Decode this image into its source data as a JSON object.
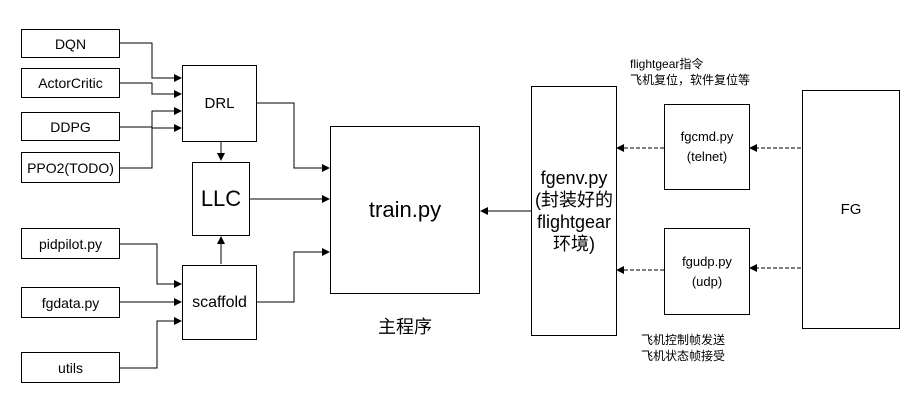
{
  "nodes": {
    "dqn": "DQN",
    "actorcritic": "ActorCritic",
    "ddpg": "DDPG",
    "ppo2": "PPO2(TODO)",
    "drl": "DRL",
    "llc": "LLC",
    "pidpilot": "pidpilot.py",
    "fgdata": "fgdata.py",
    "utils": "utils",
    "scaffold": "scaffold",
    "train": "train.py",
    "fgenv": "fgenv.py\n(封装好的\nflightgear\n环境)",
    "fgcmd": "fgcmd.py\n(telnet)",
    "fgudp": "fgudp.py\n(udp)",
    "fg": "FG"
  },
  "labels": {
    "main_program": "主程序",
    "fgcmd_note": "flightgear指令\n飞机复位，软件复位等",
    "fgudp_note": "飞机控制帧发送\n飞机状态帧接受"
  }
}
